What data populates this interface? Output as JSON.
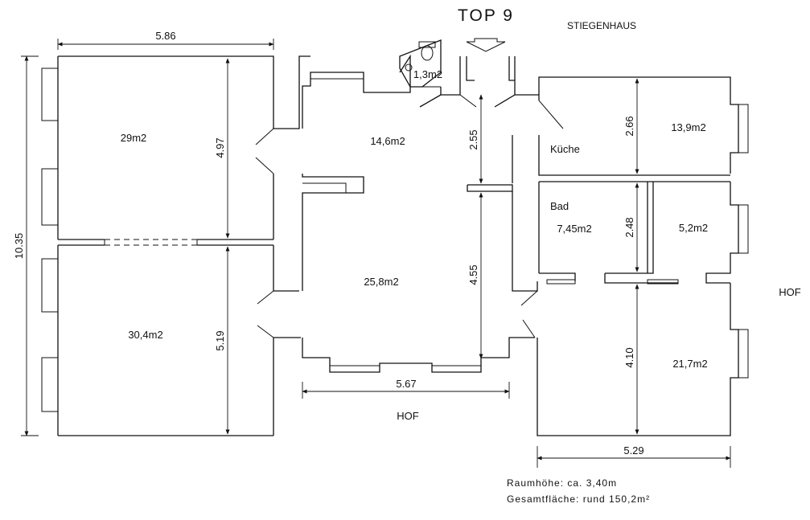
{
  "title": "TOP 9",
  "labels": {
    "stairwell": "STIEGENHAUS",
    "courtyard_bottom": "HOF",
    "courtyard_right": "HOF"
  },
  "rooms": {
    "top_left": "29m2",
    "bottom_left": "30,4m2",
    "hall_upper": "14,6m2",
    "hall_lower": "25,8m2",
    "wc": "1,3m2",
    "kitchen_name": "Küche",
    "kitchen_area": "13,9m2",
    "bath_name": "Bad",
    "bath_area": "7,45m2",
    "small_room": "5,2m2",
    "bottom_right": "21,7m2"
  },
  "dimensions": {
    "width_left": "5.86",
    "height_total": "10.35",
    "height_top_left": "4.97",
    "height_bottom_left": "5.19",
    "height_hall_upper": "2.55",
    "height_hall_lower": "4.55",
    "width_middle": "5.67",
    "height_kitchen": "2.66",
    "height_small": "2.48",
    "height_bottom_right": "4.10",
    "width_right": "5.29"
  },
  "notes": {
    "ceiling_height": "Raumhöhe: ca. 3,40m",
    "total_area": "Gesamtfläche: rund 150,2m²"
  }
}
